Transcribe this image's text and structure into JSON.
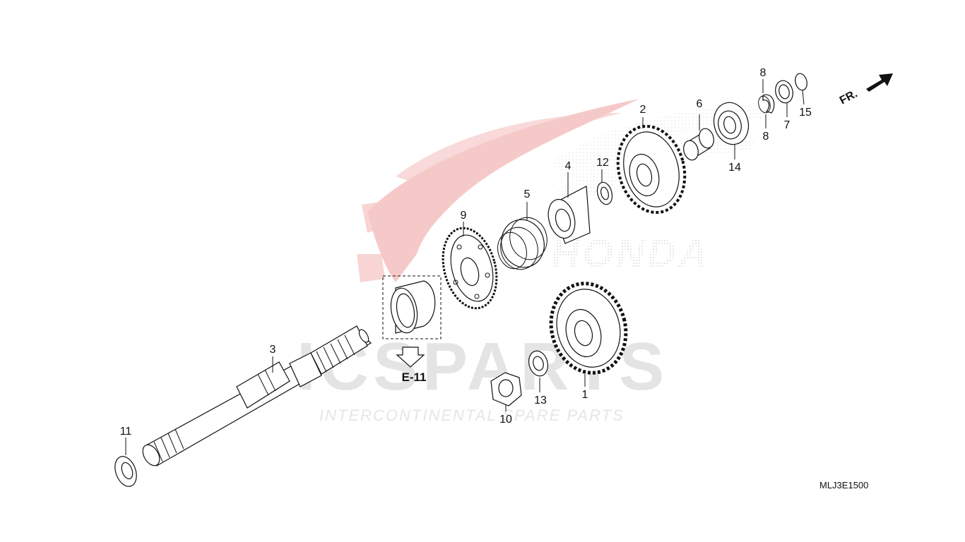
{
  "diagram": {
    "parts": [
      {
        "id": "part-1",
        "label": "1"
      },
      {
        "id": "part-2",
        "label": "2"
      },
      {
        "id": "part-3",
        "label": "3"
      },
      {
        "id": "part-4",
        "label": "4"
      },
      {
        "id": "part-5",
        "label": "5"
      },
      {
        "id": "part-6",
        "label": "6"
      },
      {
        "id": "part-7",
        "label": "7"
      },
      {
        "id": "part-8a",
        "label": "8"
      },
      {
        "id": "part-8b",
        "label": "8"
      },
      {
        "id": "part-9",
        "label": "9"
      },
      {
        "id": "part-10",
        "label": "10"
      },
      {
        "id": "part-11",
        "label": "11"
      },
      {
        "id": "part-12",
        "label": "12"
      },
      {
        "id": "part-13",
        "label": "13"
      },
      {
        "id": "part-14",
        "label": "14"
      },
      {
        "id": "part-15",
        "label": "15"
      }
    ],
    "reference_label": "E-11",
    "direction_label": "FR.",
    "diagram_code": "MLJ3E1500"
  },
  "watermark": {
    "brand": "ICSPARTS",
    "tagline": "INTERCONTINENTAL SPARE PARTS",
    "logo_text": "HONDA"
  },
  "colors": {
    "line": "#111111",
    "watermark_gray": "#e4e4e4",
    "watermark_red": "#f6c9c9"
  }
}
